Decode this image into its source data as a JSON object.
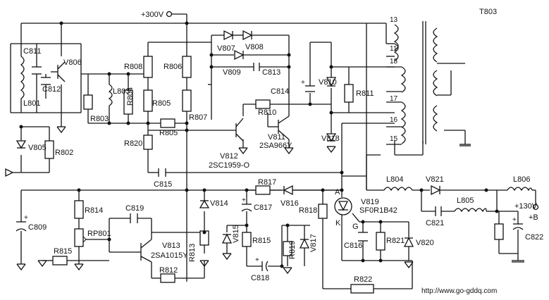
{
  "supply": {
    "v300": "+300V",
    "v130": "+130V",
    "plusB": "+B"
  },
  "transformer": {
    "name": "T803",
    "pins": [
      "13",
      "11",
      "18",
      "17",
      "16",
      "15"
    ]
  },
  "components": {
    "C811": "C811",
    "C812": "C812",
    "V806": "V806",
    "L801": "L801",
    "L803": "L803",
    "R803": "R803",
    "R804": "R804",
    "R808": "R808",
    "R806": "R806",
    "R805a": "R805",
    "R805b": "R805",
    "R807": "R807",
    "R820": "R820",
    "V807": "V807",
    "V808": "V808",
    "V809": "V809",
    "C813": "C813",
    "C814": "C814",
    "R810": "R810",
    "V810": "V810",
    "R811": "R811",
    "V811": "V811",
    "V811_type": "2SA966Y",
    "V818": "V818",
    "V812": "V812",
    "V812_type": "2SC1959-O",
    "V805": "V805",
    "R802": "R802",
    "C815": "C815",
    "C809": "C809",
    "R814": "R814",
    "RP801": "RP801",
    "R815a": "R815",
    "C819": "C819",
    "V813": "V813",
    "V813_type": "2SA1015Y",
    "R812": "R812",
    "R813": "R813",
    "V814": "V814",
    "V815": "V815",
    "R815b": "R815",
    "R817": "R817",
    "C817": "C817",
    "V816": "V816",
    "C818": "C818",
    "R819": "R819",
    "V817": "V817",
    "R818": "R818",
    "V819": "V819",
    "V819_type": "SF0R1B42",
    "A": "A",
    "K": "K",
    "G": "G",
    "C816": "C816",
    "R821": "R821",
    "V820": "V820",
    "R822": "R822",
    "L804": "L804",
    "V821": "V821",
    "L805": "L805",
    "C821": "C821",
    "L806": "L806",
    "C822": "C822"
  },
  "watermark": "http://www.go-gddq.com"
}
